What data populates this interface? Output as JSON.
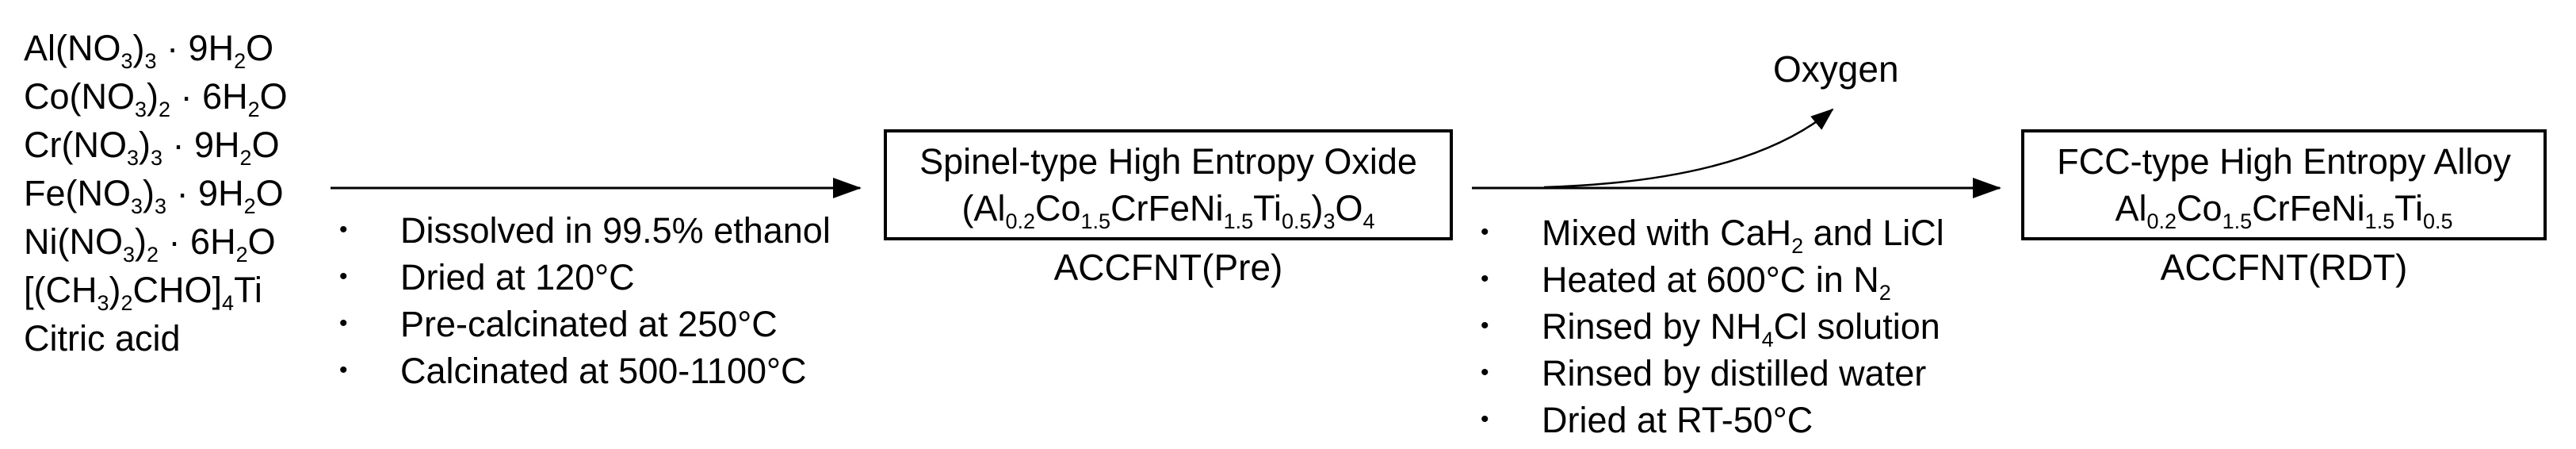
{
  "colors": {
    "ink": "#000000",
    "background": "#ffffff"
  },
  "reagents": {
    "items": [
      "Al(NO_3_)_3_ · 9H_2_O",
      "Co(NO_3_)_2_ · 6H_2_O",
      "Cr(NO_3_)_3_ · 9H_2_O",
      "Fe(NO_3_)_3_ · 9H_2_O",
      "Ni(NO_3_)_2_ · 6H_2_O",
      "[(CH_3_)_2_CHO]_4_Ti",
      "Citric acid"
    ]
  },
  "step1": {
    "conditions": [
      "Dissolved in 99.5% ethanol",
      "Dried at 120°C",
      "Pre-calcinated at 250°C",
      "Calcinated at 500-1100°C"
    ]
  },
  "intermediate": {
    "title": "Spinel-type High Entropy Oxide",
    "formula": "(Al_0.2_Co_1.5_CrFeNi_1.5_Ti_0.5_)_3_O_4_",
    "label": "ACCFNT(Pre)"
  },
  "step2": {
    "byproduct": "Oxygen",
    "conditions": [
      "Mixed with CaH_2_ and LiCl",
      "Heated at 600°C in N_2_",
      "Rinsed by NH_4_Cl solution",
      "Rinsed by distilled water",
      "Dried at RT-50°C"
    ]
  },
  "product": {
    "title": "FCC-type High Entropy Alloy",
    "formula": "Al_0.2_Co_1.5_CrFeNi_1.5_Ti_0.5_",
    "label": "ACCFNT(RDT)"
  }
}
